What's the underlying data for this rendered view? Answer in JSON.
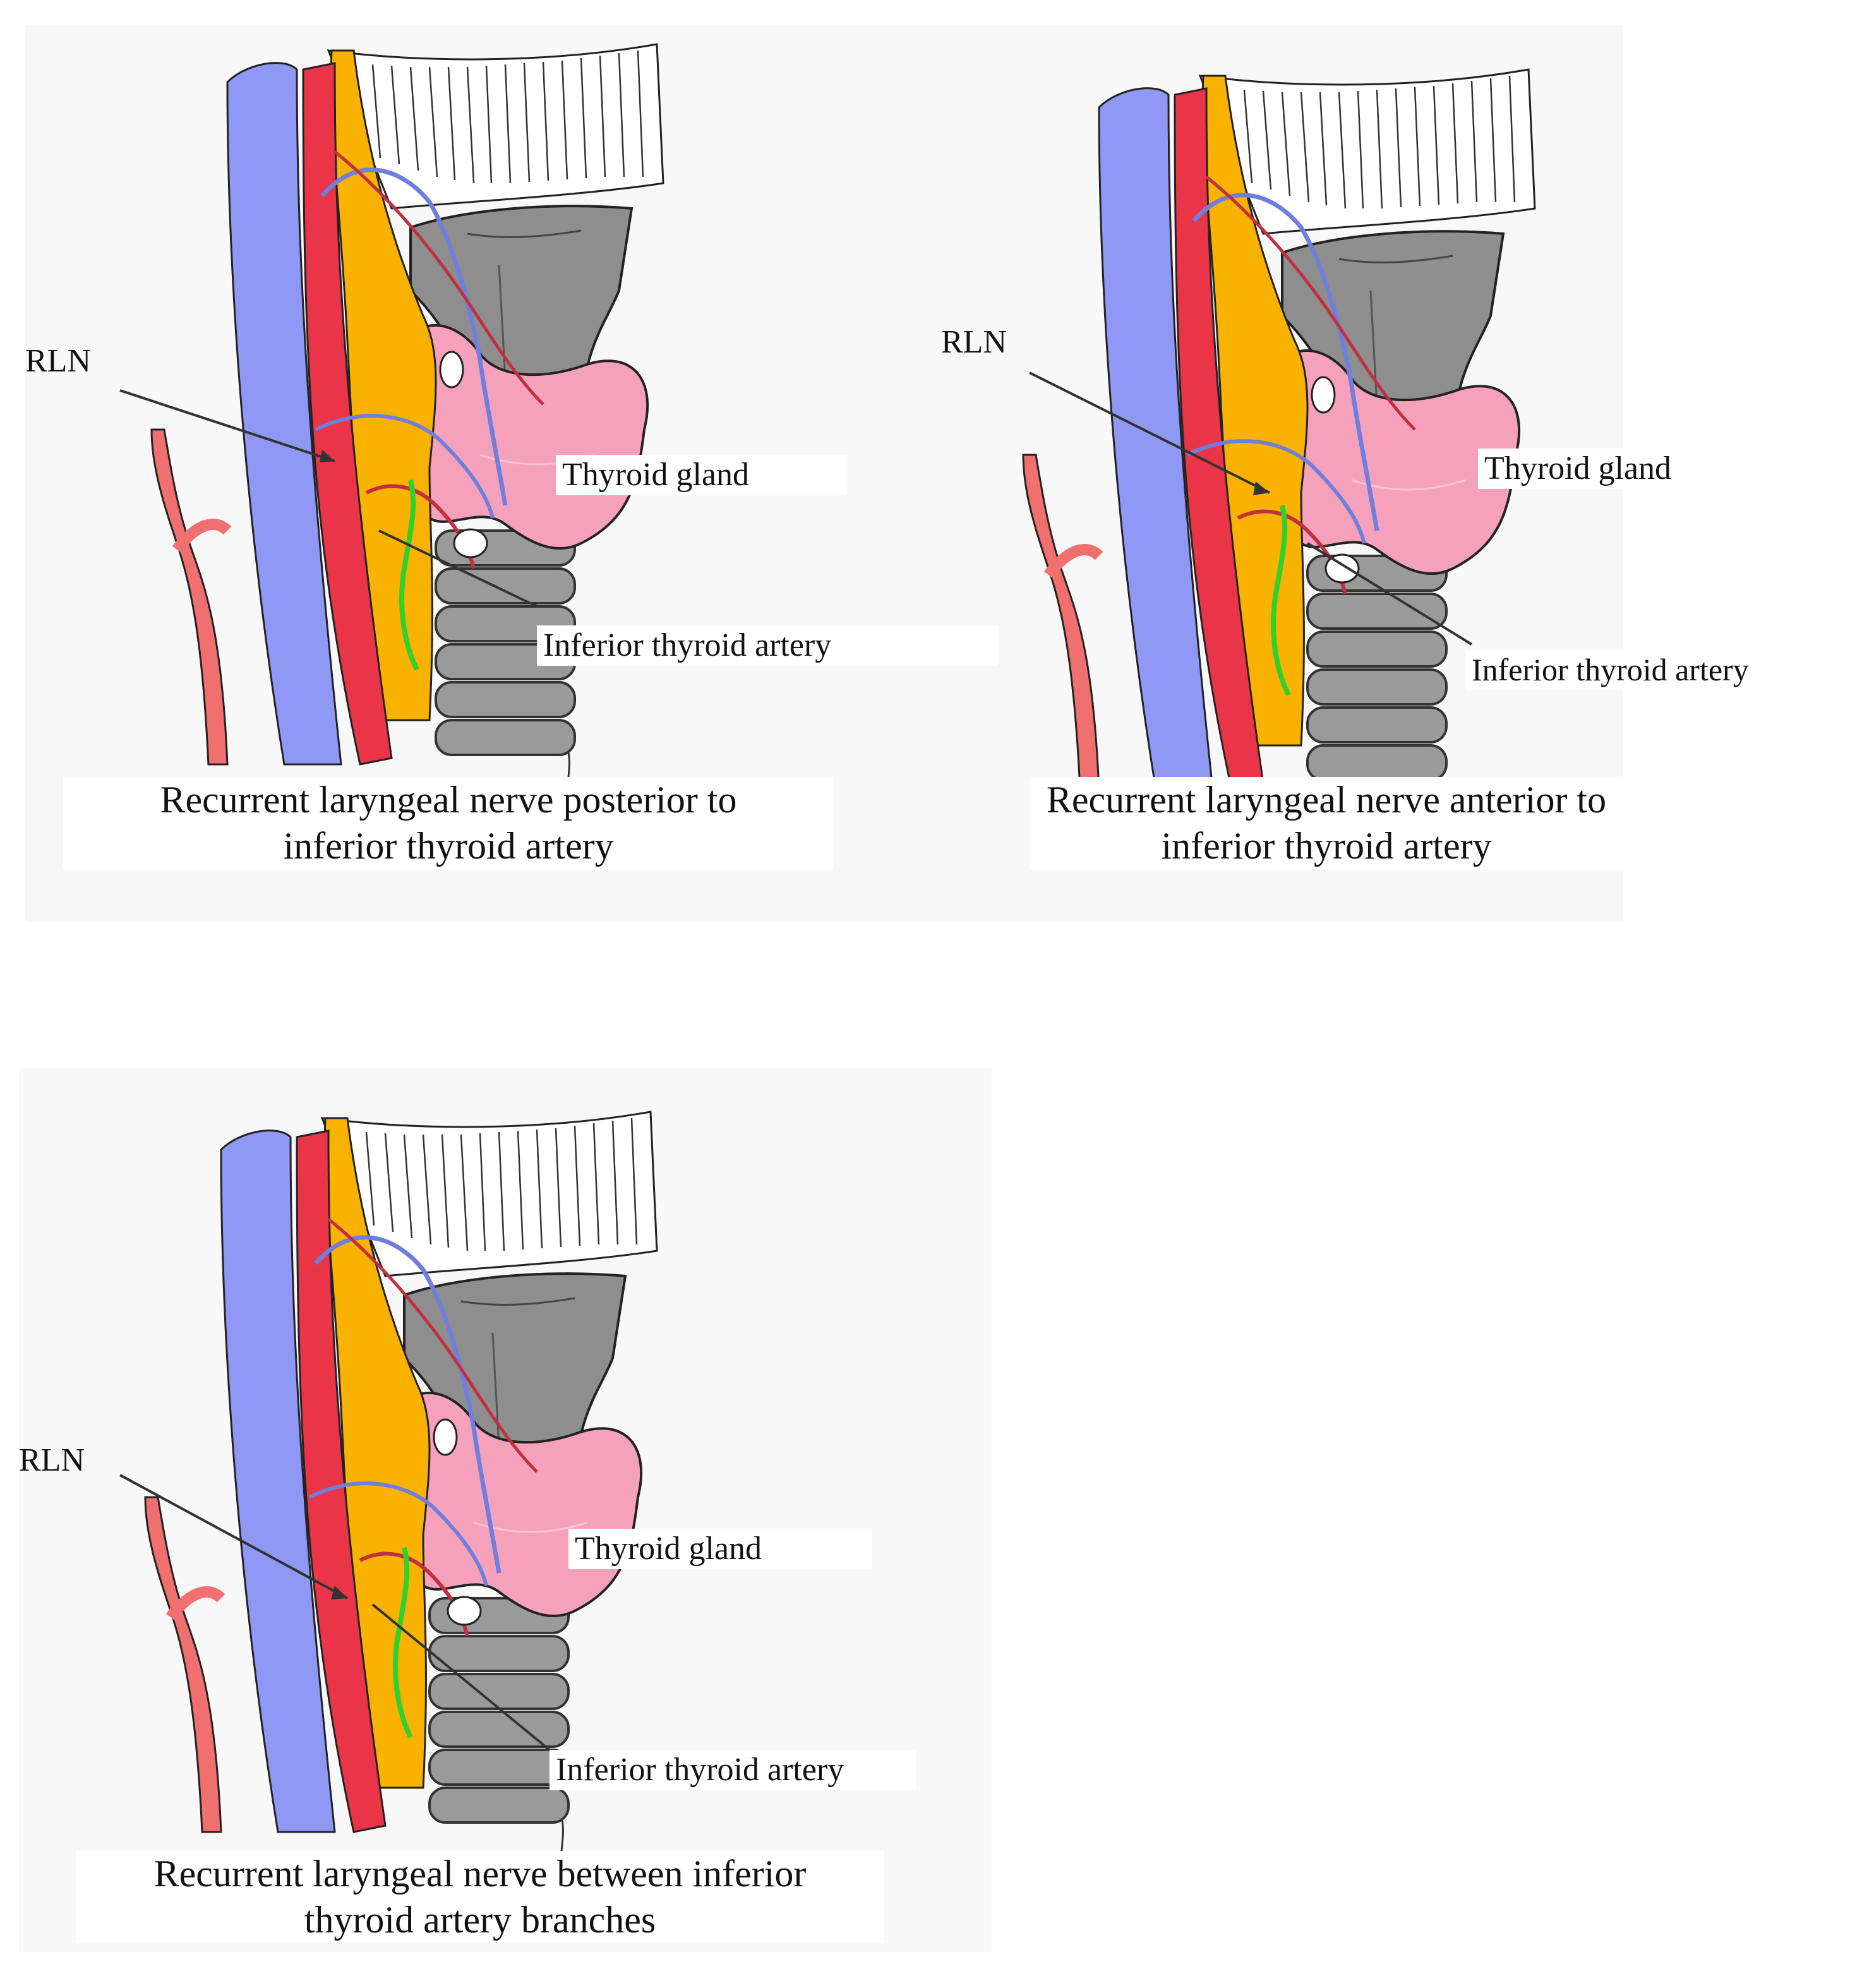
{
  "panels": [
    {
      "labels": {
        "rln": "RLN",
        "thyroid": "Thyroid gland",
        "artery": "Inferior thyroid artery"
      },
      "caption": {
        "line1": "Recurrent laryngeal nerve posterior to",
        "line2": "inferior thyroid artery"
      }
    },
    {
      "labels": {
        "rln": "RLN",
        "thyroid": "Thyroid gland",
        "artery": "Inferior thyroid artery"
      },
      "caption": {
        "line1": "Recurrent laryngeal nerve anterior to",
        "line2": "inferior thyroid artery"
      }
    },
    {
      "labels": {
        "rln": "RLN",
        "thyroid": "Thyroid gland",
        "artery": "Inferior thyroid artery"
      },
      "caption": {
        "line1": "Recurrent laryngeal nerve between inferior",
        "line2": "thyroid artery branches"
      }
    }
  ],
  "colors": {
    "vein": "#8f98f5",
    "artery": "#ea3548",
    "fat": "#f9b200",
    "thyroid": "#f6a1bc",
    "cartilage": "#909090",
    "nerve": "#2fd02f",
    "small_vein": "#6f7fdc"
  }
}
